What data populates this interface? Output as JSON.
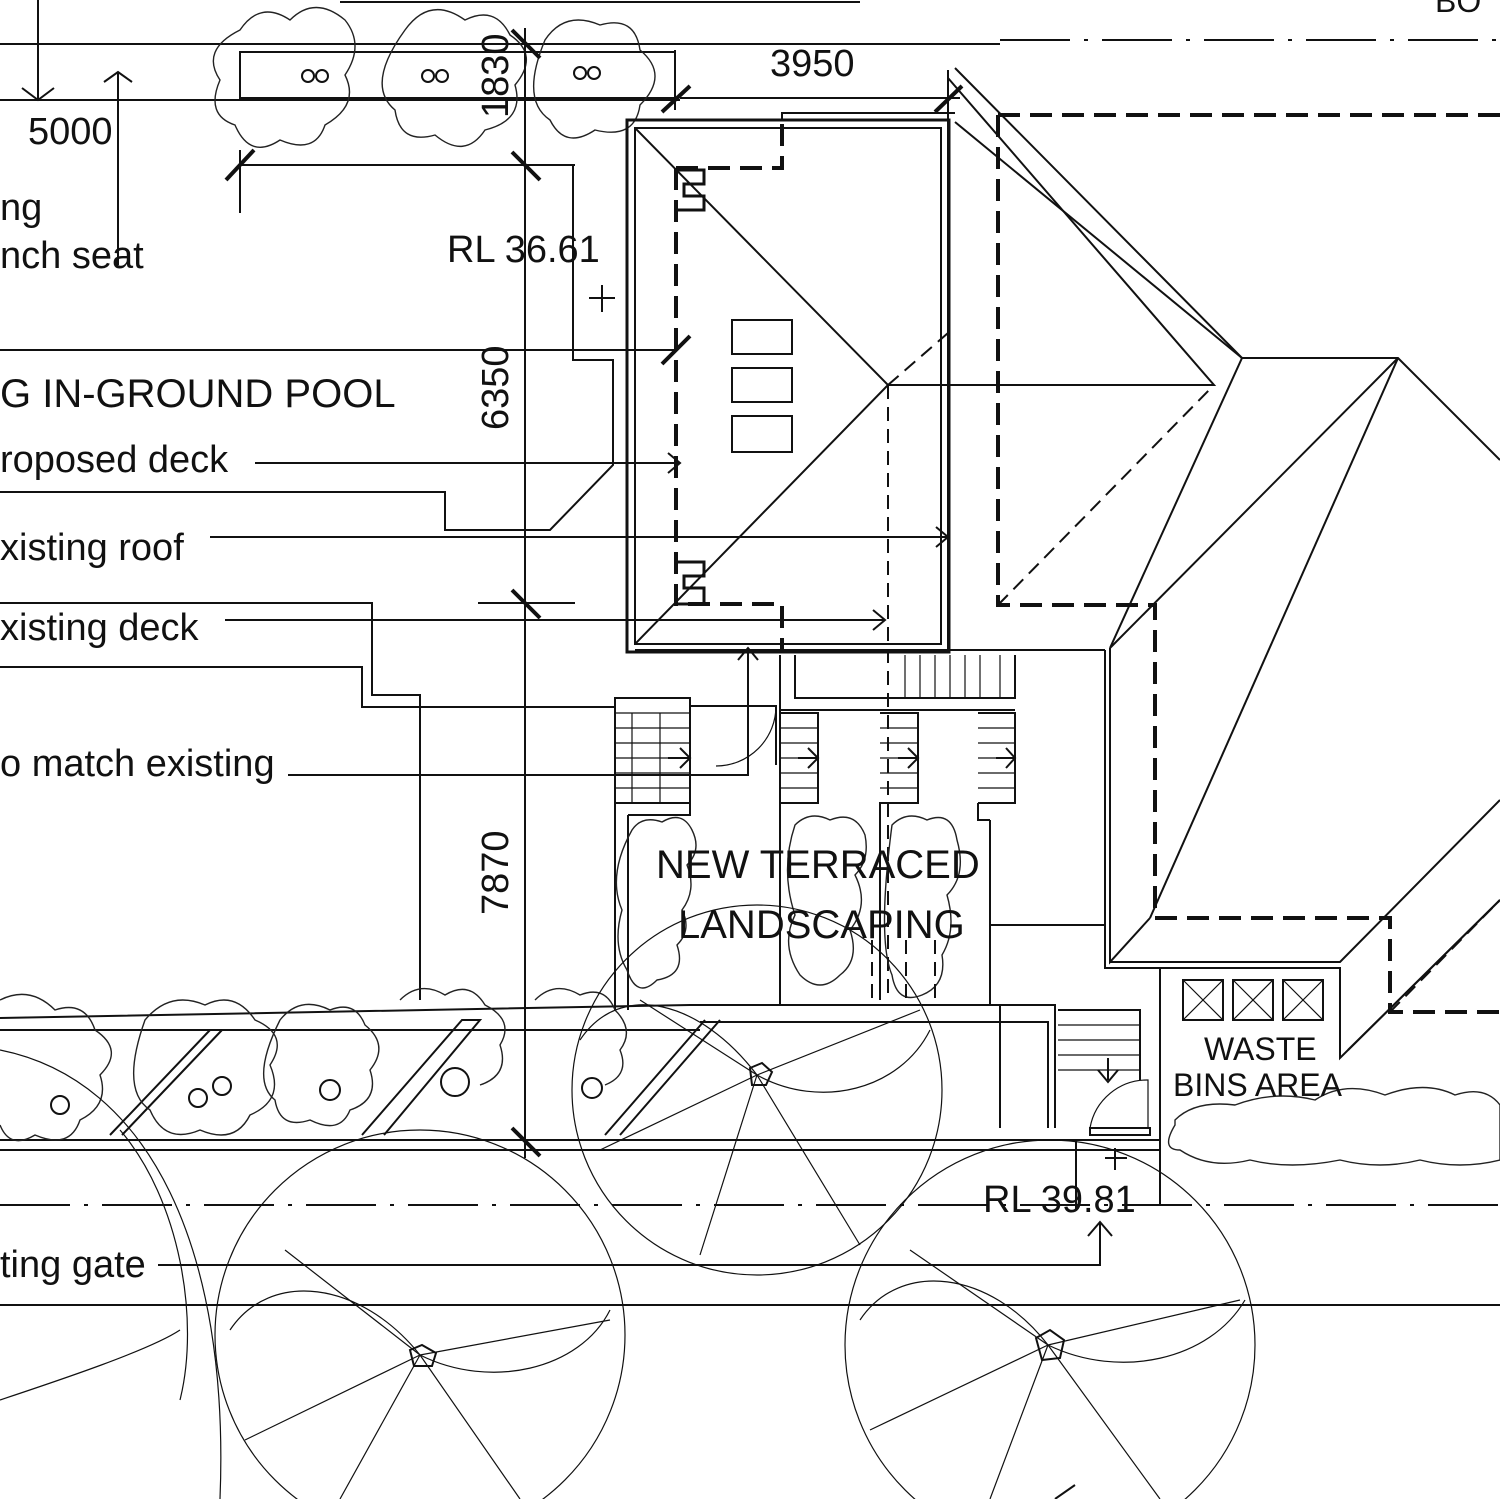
{
  "dimensions": {
    "top_width": "5000",
    "garage_width": "3950",
    "top_depth": "1830",
    "pool_depth": "6350",
    "lower_depth": "7870"
  },
  "levels": {
    "upper": "RL 36.61",
    "lower": "RL 39.81"
  },
  "labels": {
    "partial_top": "BO",
    "seating_line1": "ng",
    "seating_line2": "nch seat",
    "pool": "G  IN-GROUND POOL",
    "proposed_deck": "roposed deck",
    "existing_roof": "xisting roof",
    "existing_deck": "xisting deck",
    "match_existing": "o match existing",
    "terraced_line1": "NEW TERRACED",
    "terraced_line2": "LANDSCAPING",
    "waste_line1": "WASTE",
    "waste_line2": "BINS AREA",
    "gate": "ting gate"
  }
}
